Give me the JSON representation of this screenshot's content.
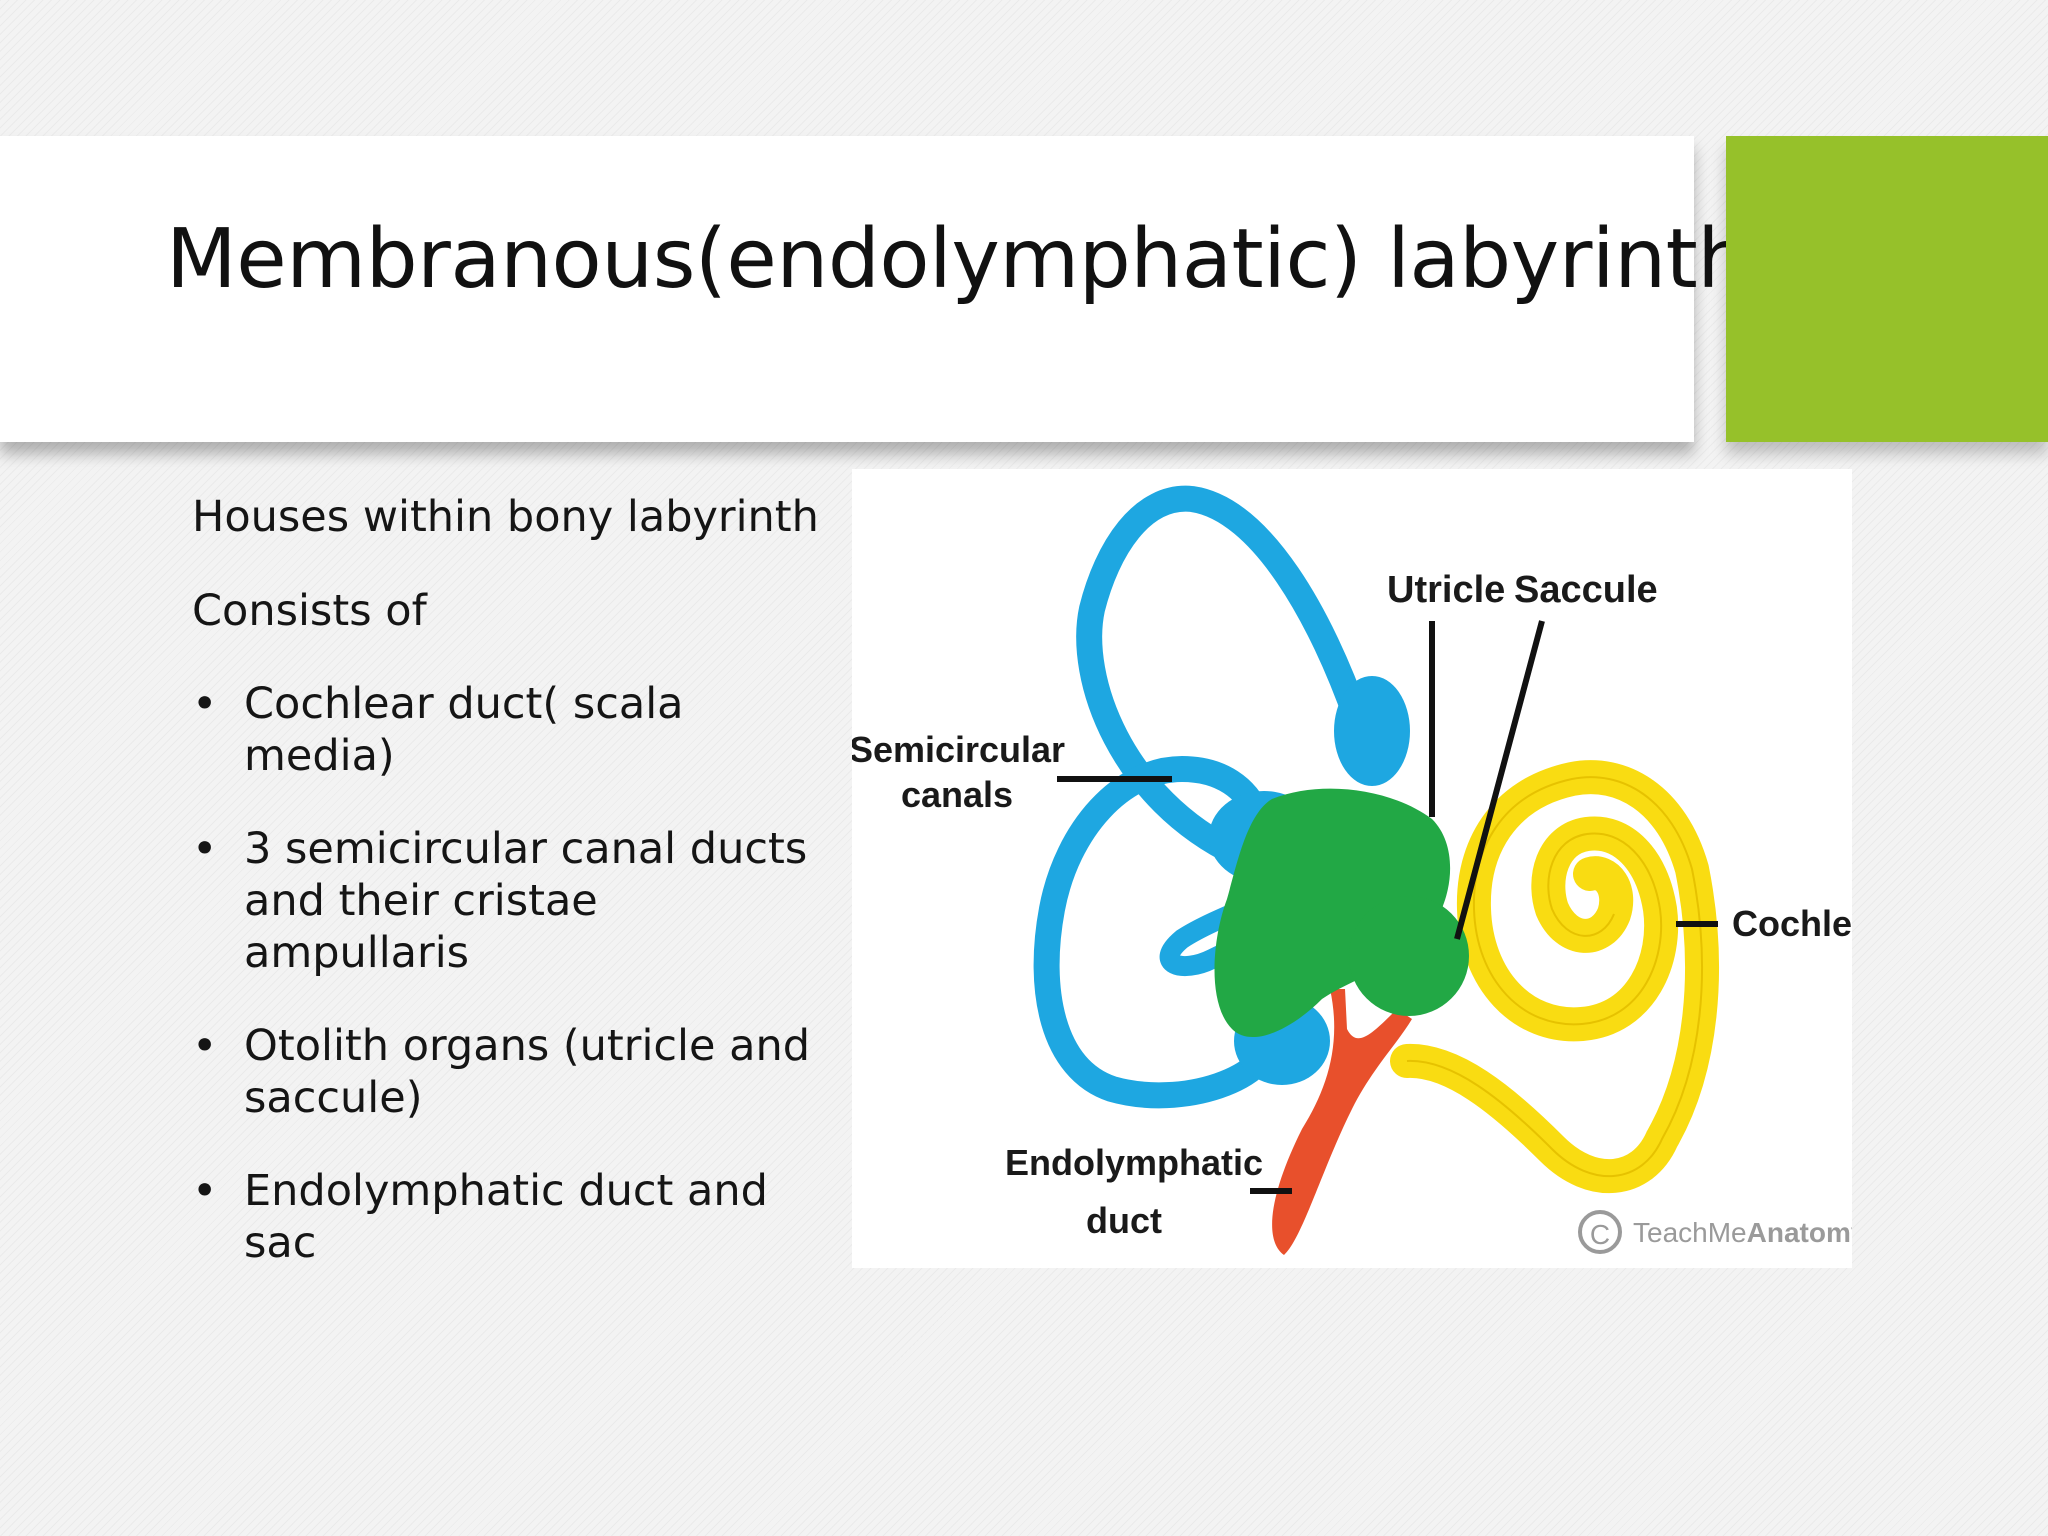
{
  "slide": {
    "title": "Membranous(endolymphatic) labyrinth",
    "accent_color": "#96c12a",
    "intro_lines": [
      "Houses within bony labyrinth",
      "Consists of"
    ],
    "bullet_symbol": "•",
    "bullets": [
      "Cochlear duct( scala media)",
      "3 semicircular canal ducts and their cristae ampullaris",
      "Otolith organs (utricle and saccule)",
      "Endolymphatic duct and sac"
    ]
  },
  "figure": {
    "labels": {
      "utricle": "Utricle",
      "saccule": "Saccule",
      "semicircular_line1": "Semicircular",
      "semicircular_line2": "canals",
      "cochlea": "Cochlea",
      "endolymphatic_line1": "Endolymphatic",
      "endolymphatic_line2": "duct"
    },
    "watermark": {
      "symbol": "C",
      "text_light": "TeachMe",
      "text_bold": "Anatomy"
    },
    "colors": {
      "semicircular_canals": "#1ea7e1",
      "utricle_saccule": "#22a845",
      "cochlea": "#f9dc12",
      "endolymphatic_duct": "#e8502c"
    }
  }
}
